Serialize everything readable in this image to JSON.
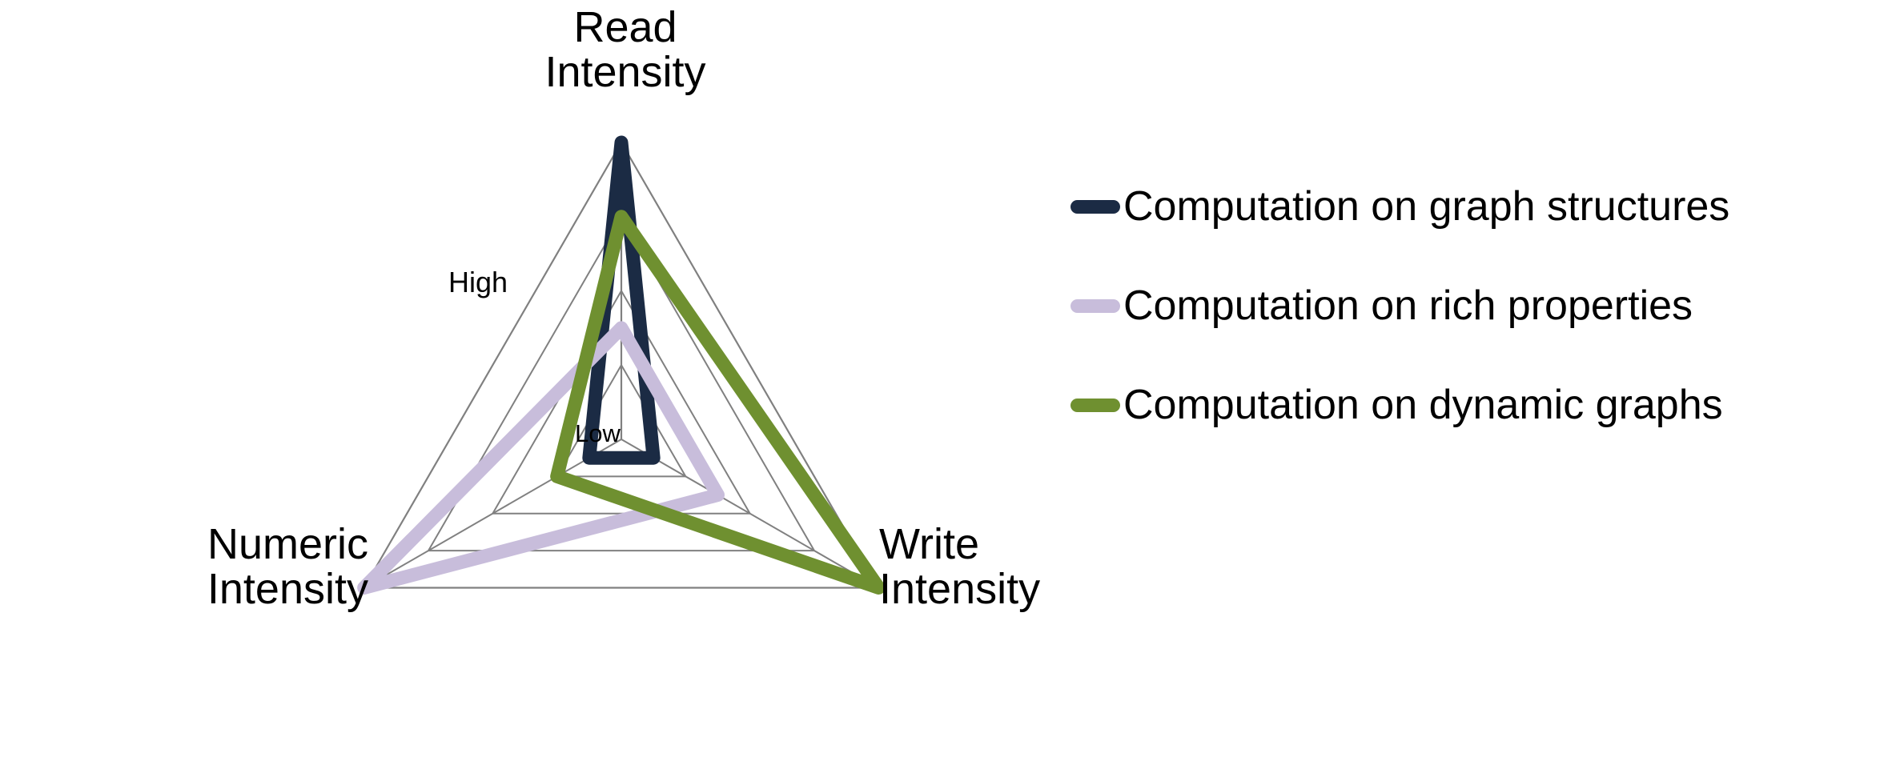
{
  "chart_data": {
    "type": "radar",
    "title": "",
    "categories": [
      "Read Intensity",
      "Write Intensity",
      "Numeric Intensity"
    ],
    "scale_labels": {
      "inner": "Low",
      "outer": "High"
    },
    "rings": 4,
    "rlim": [
      0,
      4
    ],
    "grid": true,
    "legend_position": "right",
    "series": [
      {
        "name": "Computation on graph structures",
        "color": "#1B2B44",
        "values": [
          4.0,
          0.5,
          0.5
        ]
      },
      {
        "name": "Computation on rich properties",
        "color": "#C8BDDB",
        "values": [
          1.5,
          1.5,
          4.0
        ]
      },
      {
        "name": "Computation on dynamic graphs",
        "color": "#6F9030",
        "values": [
          3.0,
          4.0,
          1.0
        ]
      }
    ],
    "axis_labels": {
      "read": "Read\nIntensity",
      "write": "Write\nIntensity",
      "numeric": "Numeric\nIntensity"
    },
    "colors": {
      "grid": "#808080",
      "background": "#FFFFFF",
      "text": "#000000"
    }
  },
  "legend": {
    "items": [
      {
        "label": "Computation on graph structures",
        "color": "#1B2B44"
      },
      {
        "label": "Computation on rich properties",
        "color": "#C8BDDB"
      },
      {
        "label": "Computation on dynamic graphs",
        "color": "#6F9030"
      }
    ]
  }
}
